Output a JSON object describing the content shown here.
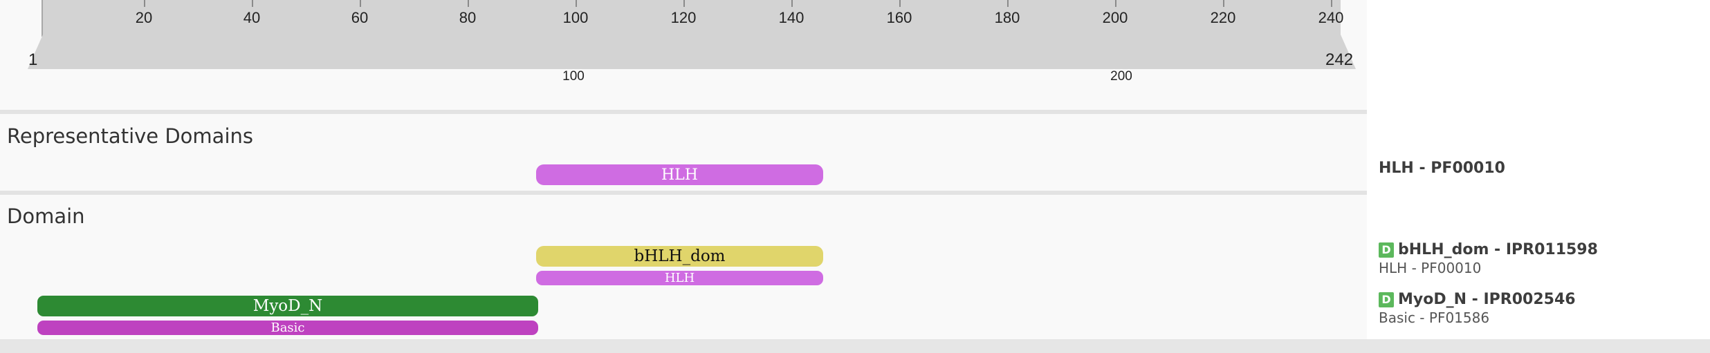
{
  "ruler": {
    "ticks": [
      {
        "value": 20,
        "label": "20"
      },
      {
        "value": 40,
        "label": "40"
      },
      {
        "value": 60,
        "label": "60"
      },
      {
        "value": 80,
        "label": "80"
      },
      {
        "value": 100,
        "label": "100"
      },
      {
        "value": 120,
        "label": "120"
      },
      {
        "value": 140,
        "label": "140"
      },
      {
        "value": 160,
        "label": "160"
      },
      {
        "value": 180,
        "label": "180"
      },
      {
        "value": 200,
        "label": "200"
      },
      {
        "value": 220,
        "label": "220"
      },
      {
        "value": 240,
        "label": "240"
      }
    ],
    "start_label": "1",
    "end_label": "242",
    "sub_labels": [
      "100",
      "200"
    ]
  },
  "sections": {
    "representative": {
      "title": "Representative Domains",
      "hlh_label": "HLH",
      "legend_label": "HLH - PF00010"
    },
    "domain": {
      "title": "Domain",
      "bhlh_label": "bHLH_dom",
      "hlh_label": "HLH",
      "myod_label": "MyoD_N",
      "basic_label": "Basic",
      "legend_badge": "D",
      "legend_bhlh": "bHLH_dom - IPR011598",
      "legend_bhlh_sub": "HLH - PF00010",
      "legend_myod": "MyoD_N - IPR002546",
      "legend_myod_sub": "Basic - PF01586"
    }
  },
  "colors": {
    "hlh": "#cf6ce2",
    "bhlh_dom": "#e0d56b",
    "myod_n": "#2d8a33",
    "basic": "#be42c0",
    "badge": "#5cb85c"
  }
}
